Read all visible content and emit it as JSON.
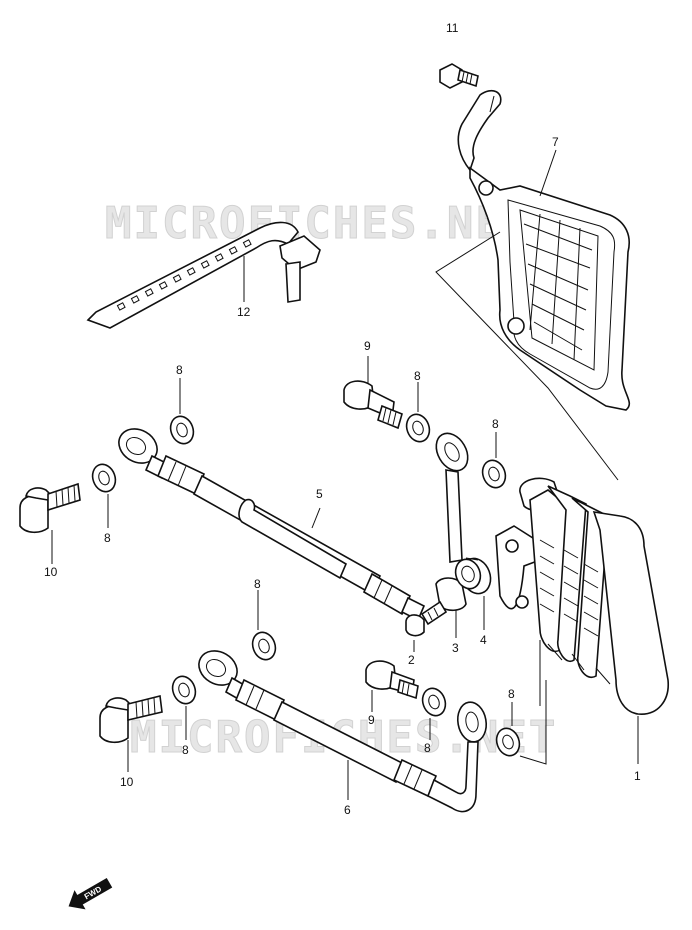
{
  "watermark": {
    "top": "MICROFICHES.NET",
    "bottom": "MICROFICHES.NET"
  },
  "labels": {
    "p1": "1",
    "p2": "2",
    "p3": "3",
    "p4": "4",
    "p5": "5",
    "p6": "6",
    "p7": "7",
    "p8a": "8",
    "p8b": "8",
    "p8c": "8",
    "p8d": "8",
    "p8e": "8",
    "p8f": "8",
    "p8g": "8",
    "p8h": "8",
    "p9a": "9",
    "p9b": "9",
    "p10a": "10",
    "p10b": "10",
    "p11": "11",
    "p12": "12"
  },
  "fwd": {
    "text": "FWD"
  }
}
